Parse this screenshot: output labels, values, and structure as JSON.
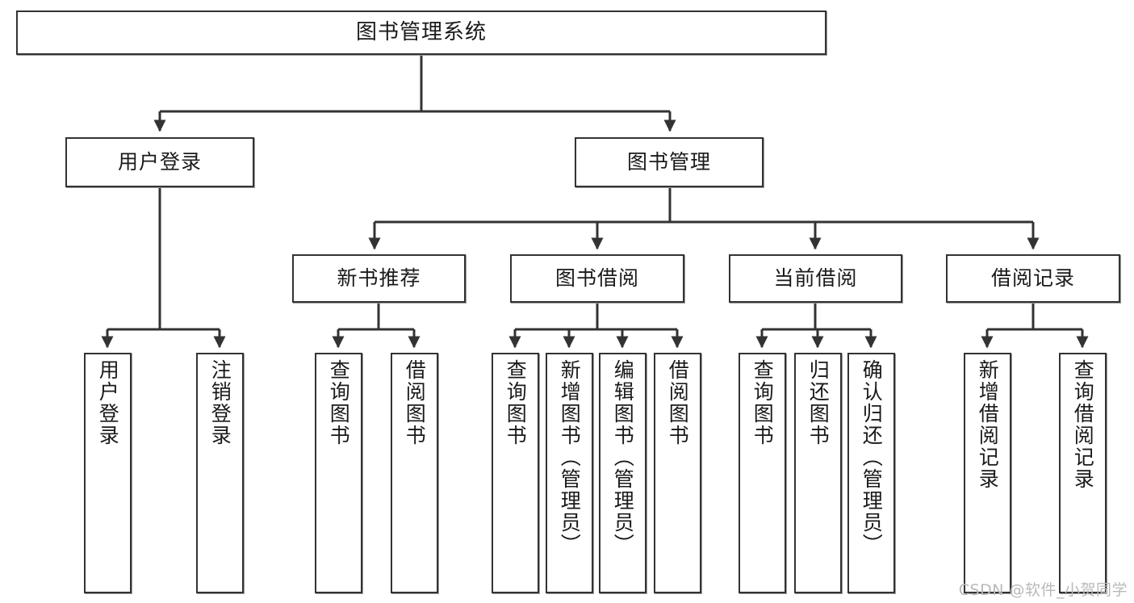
{
  "diagram": {
    "title": "图书管理系统",
    "type": "tree-hierarchy",
    "watermark": "CSDN @软件_小贺同学",
    "colors": {
      "node_border": "#333333",
      "node_fill": "#ffffff",
      "connector": "#333333",
      "text": "#1a1a1a",
      "watermark": "#b9b9b9",
      "canvas": "#ffffff"
    }
  },
  "nodes": {
    "root": {
      "label": "图书管理系统"
    },
    "level2": [
      {
        "id": "user-login",
        "label": "用户登录"
      },
      {
        "id": "book-management",
        "label": "图书管理"
      }
    ],
    "level3": [
      {
        "id": "new-book-recommend",
        "label": "新书推荐"
      },
      {
        "id": "book-borrow",
        "label": "图书借阅"
      },
      {
        "id": "current-borrow",
        "label": "当前借阅"
      },
      {
        "id": "borrow-record",
        "label": "借阅记录"
      }
    ],
    "leaves": [
      {
        "id": "leaf-user-login",
        "parent": "user-login",
        "label": "用户登录"
      },
      {
        "id": "leaf-logout-login",
        "parent": "user-login",
        "label": "注销登录"
      },
      {
        "id": "leaf-query-book-1",
        "parent": "new-book-recommend",
        "label": "查询图书"
      },
      {
        "id": "leaf-borrow-book-1",
        "parent": "new-book-recommend",
        "label": "借阅图书"
      },
      {
        "id": "leaf-query-book-2",
        "parent": "book-borrow",
        "label": "查询图书"
      },
      {
        "id": "leaf-add-book",
        "parent": "book-borrow",
        "label": "新增图书（管理员）"
      },
      {
        "id": "leaf-edit-book",
        "parent": "book-borrow",
        "label": "编辑图书（管理员）"
      },
      {
        "id": "leaf-borrow-book-2",
        "parent": "book-borrow",
        "label": "借阅图书"
      },
      {
        "id": "leaf-query-book-3",
        "parent": "current-borrow",
        "label": "查询图书"
      },
      {
        "id": "leaf-return-book",
        "parent": "current-borrow",
        "label": "归还图书"
      },
      {
        "id": "leaf-confirm-return",
        "parent": "current-borrow",
        "label": "确认归还（管理员）"
      },
      {
        "id": "leaf-add-record",
        "parent": "borrow-record",
        "label": "新增借阅记录"
      },
      {
        "id": "leaf-query-record",
        "parent": "borrow-record",
        "label": "查询借阅记录"
      }
    ]
  }
}
